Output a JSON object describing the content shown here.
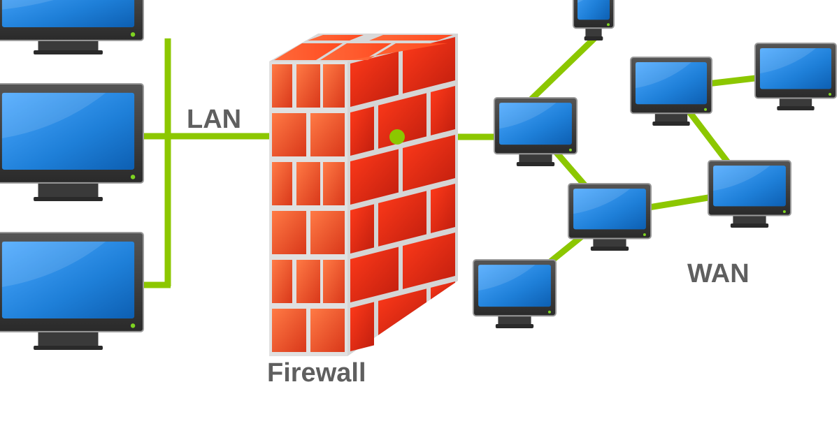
{
  "labels": {
    "lan": "LAN",
    "firewall": "Firewall",
    "wan": "WAN"
  },
  "colors": {
    "link": "#8cc700",
    "monitor_frame": "#3b3b3b",
    "monitor_screen": "#1e7fd8",
    "monitor_led": "#7ed321",
    "brick": "#e8401c",
    "mortar": "#e0e0e0",
    "label_text": "#5f5f5f"
  },
  "nodes": [
    {
      "id": "lan-pc-top",
      "network": "lan"
    },
    {
      "id": "lan-pc-middle",
      "network": "lan"
    },
    {
      "id": "lan-pc-bottom",
      "network": "lan"
    },
    {
      "id": "wan-pc-top-cut",
      "network": "wan"
    },
    {
      "id": "wan-pc-gateway",
      "network": "wan"
    },
    {
      "id": "wan-pc-hub",
      "network": "wan"
    },
    {
      "id": "wan-pc-bottom-left",
      "network": "wan"
    },
    {
      "id": "wan-pc-top-center",
      "network": "wan"
    },
    {
      "id": "wan-pc-top-right",
      "network": "wan"
    },
    {
      "id": "wan-pc-right",
      "network": "wan"
    }
  ],
  "links": [
    [
      "lan-pc-middle",
      "lan-bus"
    ],
    [
      "lan-pc-bottom",
      "lan-bus"
    ],
    [
      "lan-bus",
      "firewall"
    ],
    [
      "firewall",
      "wan-pc-gateway"
    ],
    [
      "wan-pc-gateway",
      "wan-pc-top-cut"
    ],
    [
      "wan-pc-gateway",
      "wan-pc-hub"
    ],
    [
      "wan-pc-hub",
      "wan-pc-bottom-left"
    ],
    [
      "wan-pc-hub",
      "wan-pc-right"
    ],
    [
      "wan-pc-right",
      "wan-pc-top-center"
    ],
    [
      "wan-pc-top-center",
      "wan-pc-top-right"
    ]
  ]
}
